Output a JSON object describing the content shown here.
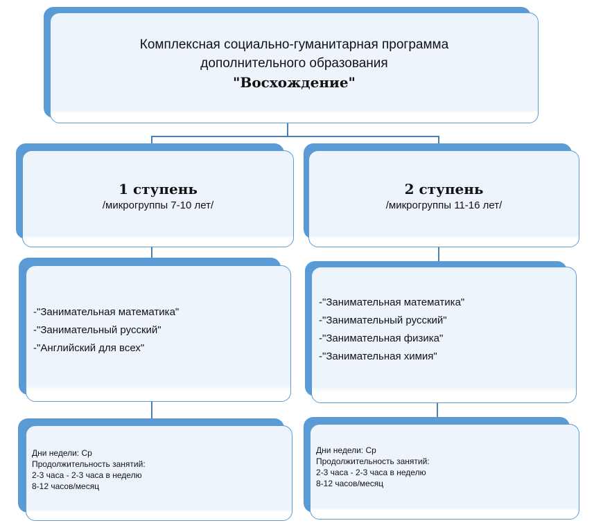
{
  "root": {
    "line1": "Комплексная социально-гуманитарная программа",
    "line2": "дополнительного образования",
    "name": "\"Восхождение\""
  },
  "levels": [
    {
      "title": "1 ступень",
      "subtitle": "/микрогруппы 7-10 лет/",
      "courses": [
        "-\"Занимательная математика\"",
        "-\"Занимательный русский\"",
        "-\"Английский для всех\""
      ],
      "schedule": [
        "Дни недели: Ср",
        "Продолжительность занятий:",
        "2-3 часа -  2-3 часа в неделю",
        "8-12 часов/месяц"
      ]
    },
    {
      "title": "2 ступень",
      "subtitle": "/микрогруппы 11-16 лет/",
      "courses": [
        "-\"Занимательная математика\"",
        "-\"Занимательный русский\"",
        "-\"Занимательная физика\"",
        "-\"Занимательная химия\""
      ],
      "schedule": [
        "Дни недели: Ср",
        "Продолжительность занятий:",
        "2-3 часа - 2-3 часа в неделю",
        "8-12 часов/месяц"
      ]
    }
  ],
  "colors": {
    "accent": "#5b9bd5",
    "fill": "#eef4fb",
    "connector": "#4a7fb5"
  }
}
